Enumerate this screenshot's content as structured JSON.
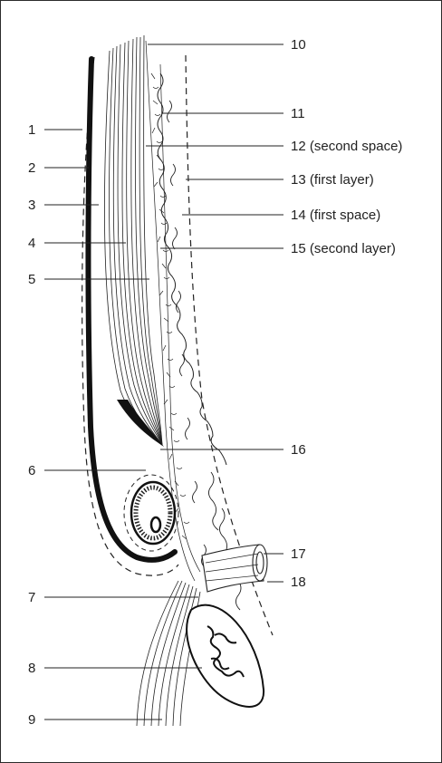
{
  "figure": {
    "labels": {
      "l1": "1",
      "l2": "2",
      "l3": "3",
      "l4": "4",
      "l5": "5",
      "l6": "6",
      "l7": "7",
      "l8": "8",
      "l9": "9",
      "r10": "10",
      "r11": "11",
      "r12": "12 (second space)",
      "r13": "13 (first layer)",
      "r14": "14 (first space)",
      "r15": "15 (second layer)",
      "r16": "16",
      "r17": "17",
      "r18": "18"
    },
    "colors": {
      "ink": "#222222",
      "background": "#ffffff"
    }
  }
}
